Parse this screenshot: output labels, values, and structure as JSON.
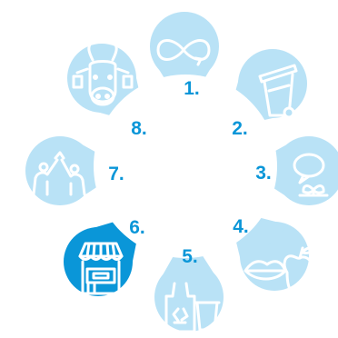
{
  "colors": {
    "petal": "#b9e2f6",
    "petal_active": "#0a96d8",
    "icon": "#ffffff",
    "number": "#0a96d8",
    "center": "#ffffff"
  },
  "segments": [
    {
      "number": "1.",
      "icon": "infinity-arrows-icon",
      "active": false
    },
    {
      "number": "2.",
      "icon": "trash-bin-icon",
      "active": false
    },
    {
      "number": "3.",
      "icon": "speech-bubble-plant-icon",
      "active": false
    },
    {
      "number": "4.",
      "icon": "lips-apple-icon",
      "active": false
    },
    {
      "number": "5.",
      "icon": "recycle-bag-cup-icon",
      "active": false
    },
    {
      "number": "6.",
      "icon": "market-stall-icon",
      "active": true
    },
    {
      "number": "7.",
      "icon": "people-high-five-icon",
      "active": false
    },
    {
      "number": "8.",
      "icon": "cow-head-tags-icon",
      "active": false
    }
  ]
}
